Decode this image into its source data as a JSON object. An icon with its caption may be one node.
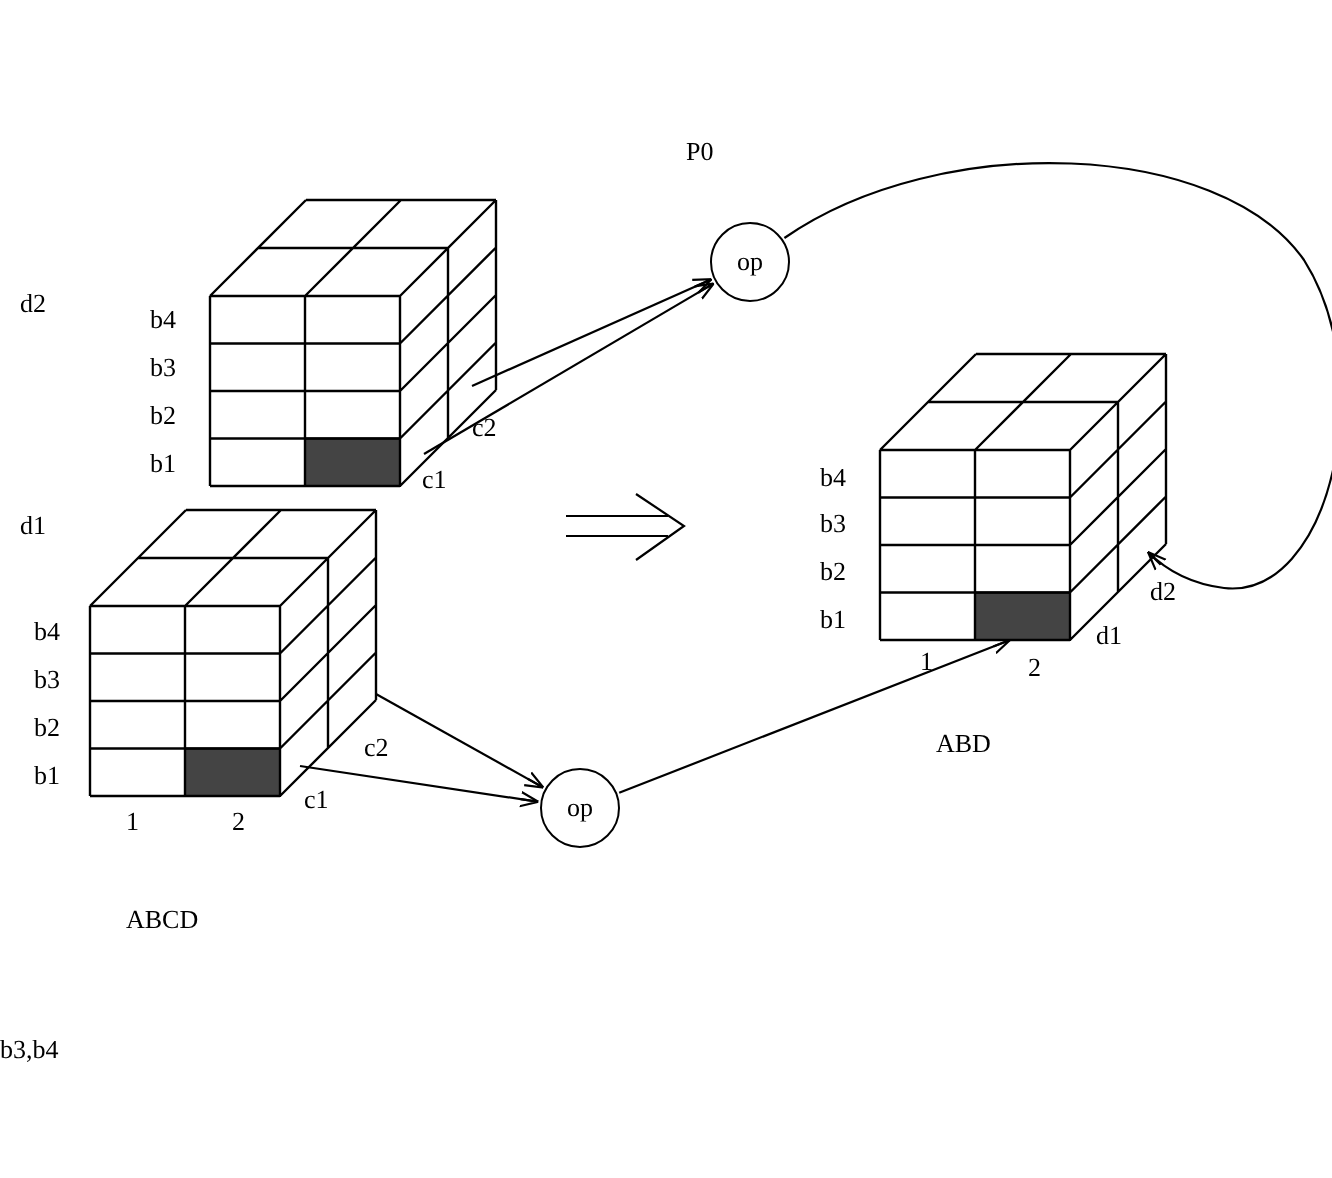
{
  "diagram": {
    "nodes": [
      {
        "text": [],
        "shape": "cube"
      },
      {
        "text": [
          "op"
        ]
      },
      {
        "text": [],
        "shape": "cube"
      },
      {
        "text": [],
        "shape": "cube"
      },
      {
        "text": [
          "op"
        ]
      }
    ],
    "edges": [
      {
        "from": 0,
        "to": 1,
        "arrow": "to"
      },
      {
        "from": 0,
        "to": 1,
        "arrow": "to"
      },
      {
        "from": 1,
        "to": 2,
        "arrow": "to"
      },
      {
        "from": 3,
        "to": 4,
        "arrow": "to"
      },
      {
        "from": 3,
        "to": 4,
        "arrow": "to"
      },
      {
        "from": 4,
        "to": 2,
        "arrow": "to"
      }
    ],
    "labels": [
      "P0",
      "d2",
      "b4",
      "b3",
      "b2",
      "b1",
      "c2",
      "c1",
      "d1",
      "b4",
      "b3",
      "b2",
      "b1",
      "c2",
      "c1",
      "1",
      "2",
      "b4",
      "b3",
      "b2",
      "b1",
      "d2",
      "d1",
      "1",
      "2",
      "ABD",
      "ABCD",
      "b3,b4"
    ]
  }
}
